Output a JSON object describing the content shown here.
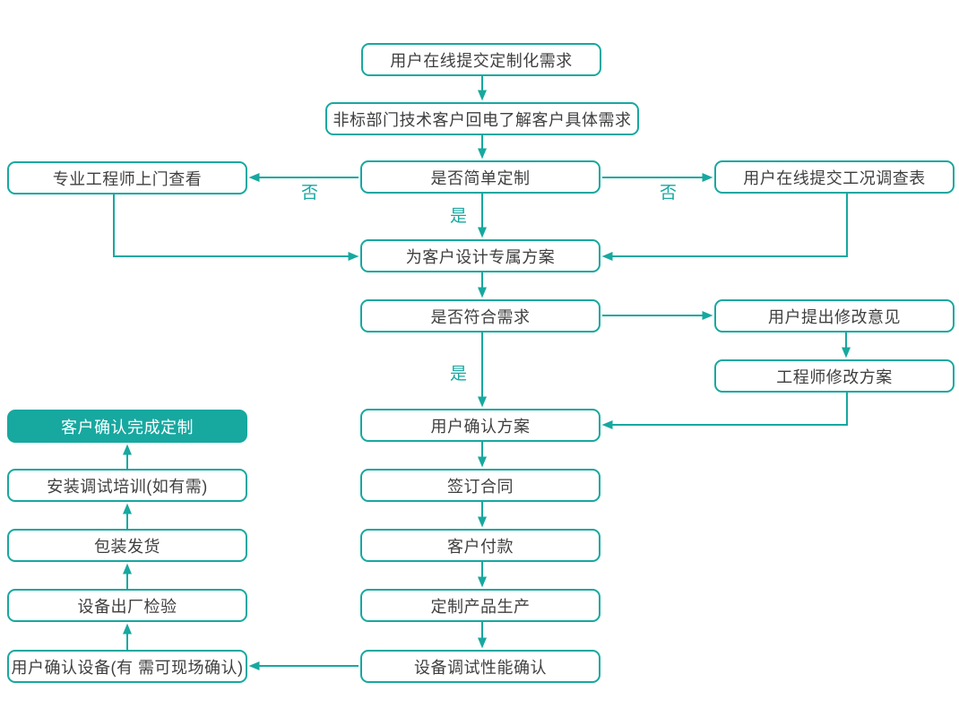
{
  "flowchart": {
    "colors": {
      "accent": "#17A8A0",
      "text": "#3F3F3F",
      "highlight_text": "#FFFFFF"
    },
    "nodes": {
      "submit_request": {
        "label": "用户在线提交定制化需求",
        "type": "process"
      },
      "callback": {
        "label": "非标部门技术客户回电了解客户具体需求",
        "type": "process"
      },
      "engineer_visit": {
        "label": "专业工程师上门查看",
        "type": "process"
      },
      "simple_custom": {
        "label": "是否简单定制",
        "type": "decision"
      },
      "survey": {
        "label": "用户在线提交工况调查表",
        "type": "process"
      },
      "design_plan": {
        "label": "为客户设计专属方案",
        "type": "process"
      },
      "meet_requirement": {
        "label": "是否符合需求",
        "type": "decision"
      },
      "user_feedback": {
        "label": "用户提出修改意见",
        "type": "process"
      },
      "engineer_modify": {
        "label": "工程师修改方案",
        "type": "process"
      },
      "confirm_plan": {
        "label": "用户确认方案",
        "type": "process"
      },
      "custom_complete": {
        "label": "客户确认完成定制",
        "type": "highlight"
      },
      "sign_contract": {
        "label": "签订合同",
        "type": "process"
      },
      "install_training": {
        "label": "安装调试培训(如有需)",
        "type": "process"
      },
      "payment": {
        "label": "客户付款",
        "type": "process"
      },
      "packing_shipping": {
        "label": "包装发货",
        "type": "process"
      },
      "production": {
        "label": "定制产品生产",
        "type": "process"
      },
      "factory_inspection": {
        "label": "设备出厂检验",
        "type": "process"
      },
      "debug_confirm": {
        "label": "设备调试性能确认",
        "type": "process"
      },
      "equipment_confirm": {
        "label": "用户确认设备(有 需可现场确认)",
        "type": "process"
      }
    },
    "edge_labels": {
      "simple_no_left": "否",
      "simple_no_right": "否",
      "simple_yes": "是",
      "meet_yes": "是"
    }
  }
}
